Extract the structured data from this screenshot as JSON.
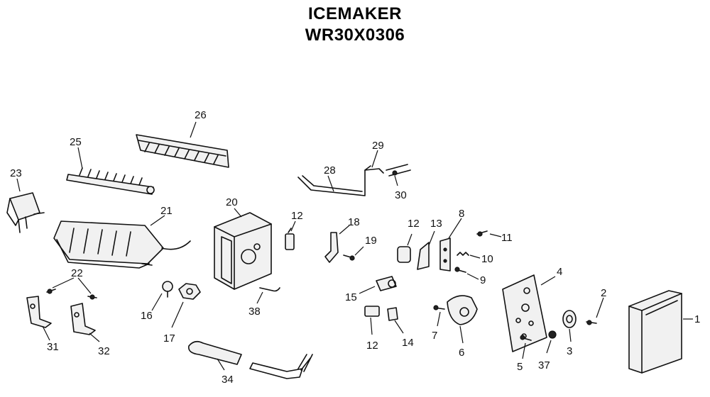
{
  "header": {
    "line1": "ICEMAKER",
    "line2": "WR30X0306"
  },
  "callouts": {
    "c1": "1",
    "c2": "2",
    "c3": "3",
    "c4": "4",
    "c5": "5",
    "c6": "6",
    "c7": "7",
    "c8": "8",
    "c9": "9",
    "c10": "10",
    "c11": "11",
    "c12a": "12",
    "c12b": "12",
    "c12c": "12",
    "c13": "13",
    "c14": "14",
    "c15": "15",
    "c16": "16",
    "c17": "17",
    "c18": "18",
    "c19": "19",
    "c20": "20",
    "c21": "21",
    "c22": "22",
    "c23": "23",
    "c25": "25",
    "c26": "26",
    "c28": "28",
    "c29": "29",
    "c30": "30",
    "c31": "31",
    "c32": "32",
    "c34": "34",
    "c37": "37",
    "c38": "38"
  }
}
